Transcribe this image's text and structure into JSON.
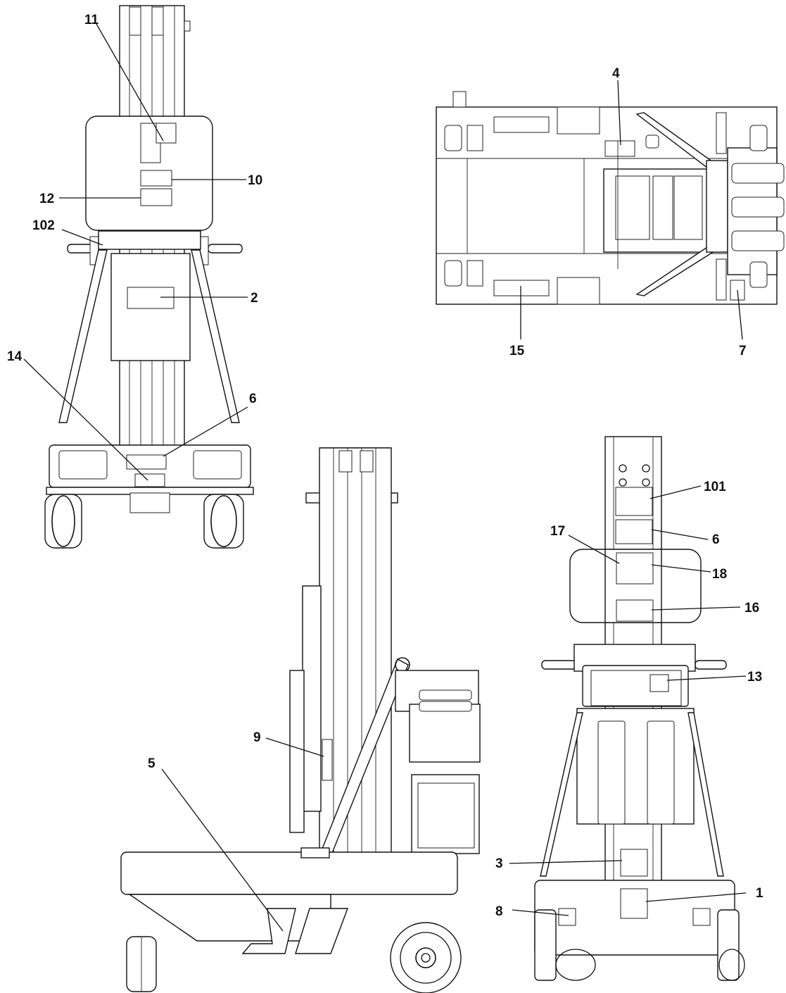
{
  "callouts": {
    "c1": "1",
    "c2": "2",
    "c3": "3",
    "c4": "4",
    "c5": "5",
    "c6a": "6",
    "c6b": "6",
    "c7": "7",
    "c8": "8",
    "c9": "9",
    "c10": "10",
    "c11": "11",
    "c12": "12",
    "c13": "13",
    "c14": "14",
    "c15": "15",
    "c16": "16",
    "c17": "17",
    "c18": "18",
    "c101": "101",
    "c102": "102"
  },
  "colors": {
    "ink": "#111111",
    "paper": "#ffffff"
  }
}
